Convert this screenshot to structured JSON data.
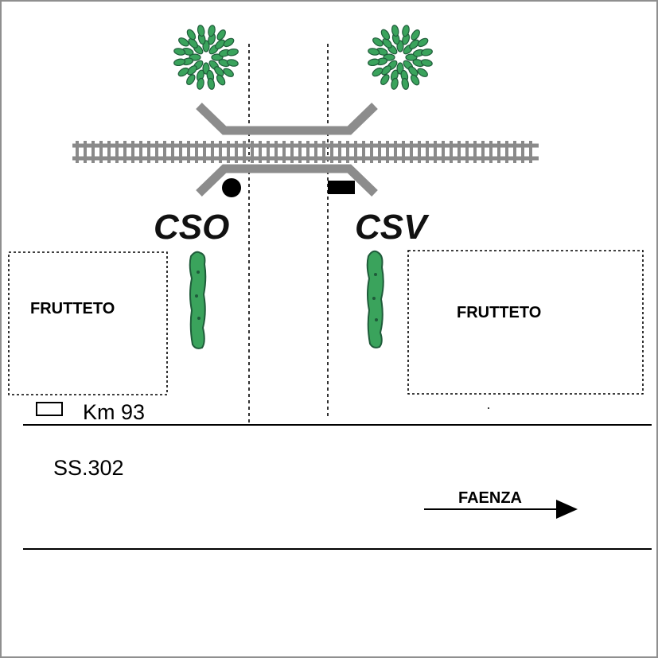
{
  "stations": {
    "left": "CSO",
    "right": "CSV"
  },
  "fields": {
    "left": "FRUTTETO",
    "right": "FRUTTETO"
  },
  "marker": {
    "km": "Km 93"
  },
  "road": {
    "name": "SS.302",
    "direction": "FAENZA"
  },
  "colors": {
    "rail": "#8a8a8a",
    "platform": "#8c8c8c",
    "foliage": "#3aa35c",
    "foliage_dark": "#1f5b3a",
    "line": "#000000"
  }
}
